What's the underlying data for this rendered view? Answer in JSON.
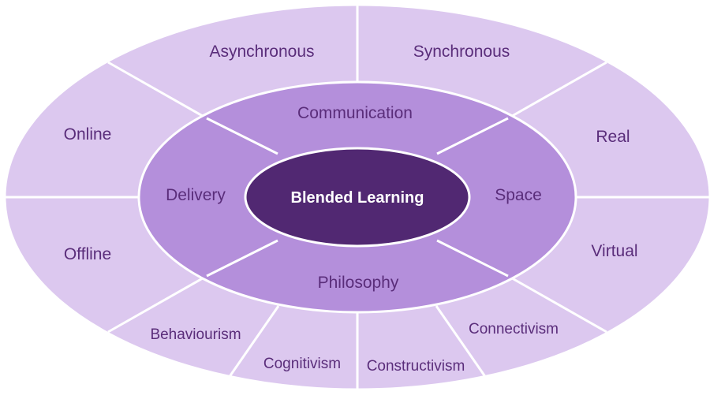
{
  "colors": {
    "outer_ring": "#dcc8ef",
    "middle_ring": "#b48fdb",
    "center": "#512872",
    "divider": "#ffffff",
    "label_text": "#5a2d7a",
    "center_text": "#ffffff"
  },
  "center": {
    "label": "Blended Learning"
  },
  "middle_ring": {
    "communication": "Communication",
    "delivery": "Delivery",
    "space": "Space",
    "philosophy": "Philosophy"
  },
  "outer_ring": {
    "asynchronous": "Asynchronous",
    "synchronous": "Synchronous",
    "online": "Online",
    "offline": "Offline",
    "real": "Real",
    "virtual": "Virtual",
    "behaviourism": "Behaviourism",
    "cognitivism": "Cognitivism",
    "constructivism": "Constructivism",
    "connectivism": "Connectivism"
  }
}
